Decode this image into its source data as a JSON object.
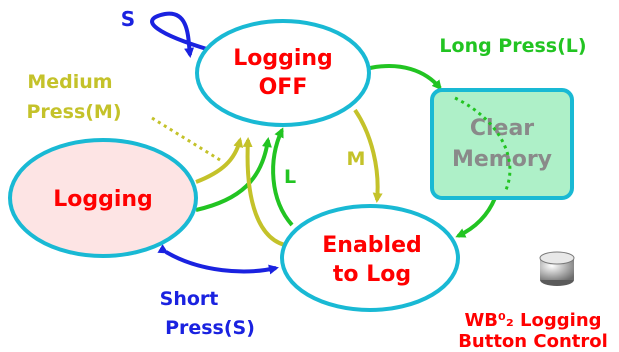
{
  "colors": {
    "red": "#ff0000",
    "cyan": "#19b9d4",
    "blue": "#1a22e0",
    "green": "#22c422",
    "olive": "#c4c22a",
    "gray": "#8a8a8a",
    "pink": "#fde4e4",
    "clear_fill": "#aef0c8"
  },
  "states": {
    "logging_off": {
      "line1": "Logging",
      "line2": "OFF"
    },
    "logging": {
      "label": "Logging"
    },
    "enabled": {
      "line1": "Enabled",
      "line2": "to Log"
    },
    "clear": {
      "line1": "Clear",
      "line2": "Memory"
    }
  },
  "labels": {
    "s_top": "S",
    "long_press": "Long Press(L)",
    "medium_line1": "Medium",
    "medium_line2": "Press(M)",
    "m": "M",
    "l": "L",
    "short_line1": "Short",
    "short_line2": "Press(S)",
    "caption_line1": "WB⁰₂ Logging",
    "caption_line2": "Button Control"
  },
  "icons": {
    "button": "push-button-icon"
  }
}
